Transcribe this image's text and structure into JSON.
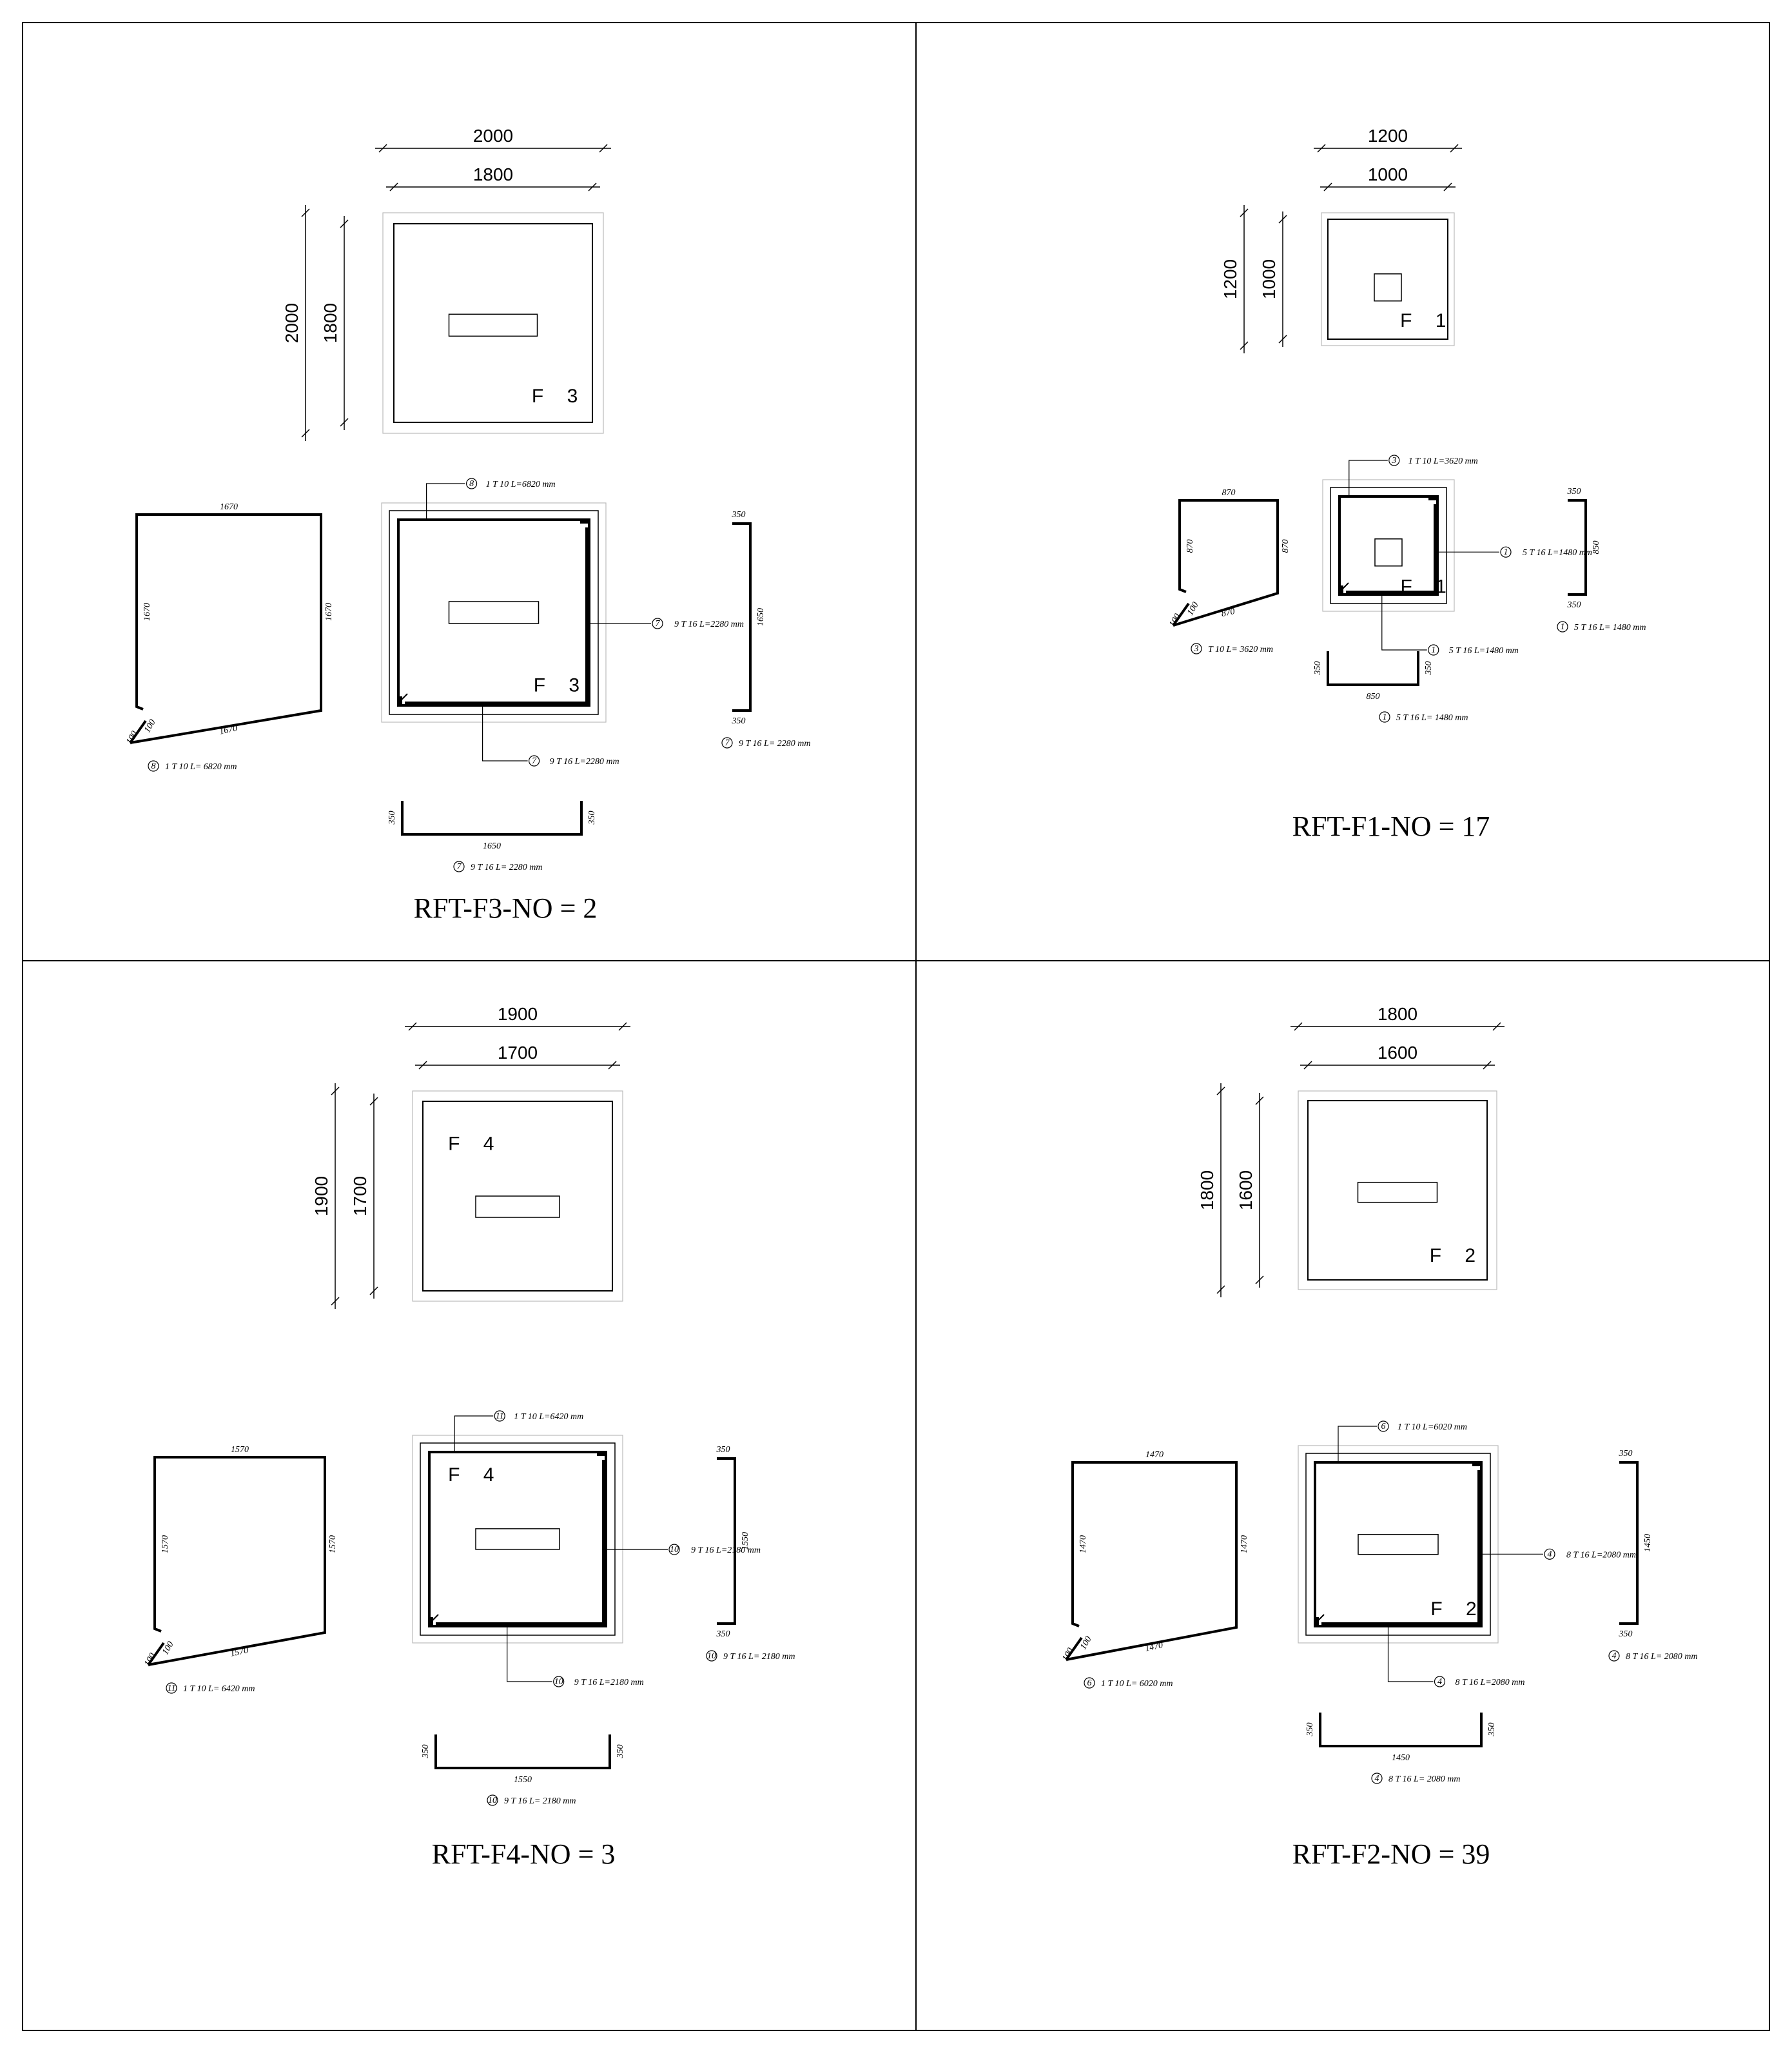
{
  "panels": [
    {
      "id": "F3",
      "title": "RFT-F3-NO = 2",
      "footing_label": "F 3",
      "plan": {
        "outer_dim": "2000",
        "inner_dim": "1800",
        "outer_dim_v": "2000",
        "inner_dim_v": "1800"
      },
      "top_bar": {
        "tag": "8",
        "label": "1 T 10 L=6820 mm"
      },
      "right_bar": {
        "tag": "7",
        "label": "9 T 16 L=2280 mm"
      },
      "bottom_bar": {
        "tag": "7",
        "label": "9 T 16 L=2280 mm"
      },
      "shape_left": {
        "top": "1670",
        "left": "1670",
        "right": "1670",
        "bottom": "1670",
        "hook1": "100",
        "hook2": "100",
        "tag": "8",
        "label": "1 T 10 L= 6820 mm"
      },
      "shape_right": {
        "top": "350",
        "middle": "1650",
        "bottom": "350",
        "tag": "7",
        "label": "9 T 16 L= 2280 mm"
      },
      "shape_bottom": {
        "left": "350",
        "middle": "1650",
        "right": "350",
        "tag": "7",
        "label": "9 T 16 L= 2280 mm"
      }
    },
    {
      "id": "F1",
      "title": "RFT-F1-NO = 17",
      "footing_label": "F 1",
      "plan": {
        "outer_dim": "1200",
        "inner_dim": "1000",
        "outer_dim_v": "1200",
        "inner_dim_v": "1000"
      },
      "top_bar": {
        "tag": "3",
        "label": "1 T 10 L=3620 mm"
      },
      "right_bar": {
        "tag": "1",
        "label": "5 T 16 L=1480 mm"
      },
      "bottom_bar": {
        "tag": "1",
        "label": "5 T 16 L=1480 mm"
      },
      "shape_left": {
        "top": "870",
        "left": "870",
        "right": "870",
        "bottom": "870",
        "hook1": "100",
        "hook2": "100",
        "tag": "3",
        "label": "T 10 L= 3620 mm"
      },
      "shape_right": {
        "top": "350",
        "middle": "850",
        "bottom": "350",
        "tag": "1",
        "label": "5 T 16 L= 1480 mm"
      },
      "shape_bottom": {
        "left": "350",
        "middle": "850",
        "right": "350",
        "tag": "1",
        "label": "5 T 16 L= 1480 mm"
      }
    },
    {
      "id": "F4",
      "title": "RFT-F4-NO = 3",
      "footing_label": "F 4",
      "plan": {
        "outer_dim": "1900",
        "inner_dim": "1700",
        "outer_dim_v": "1900",
        "inner_dim_v": "1700"
      },
      "top_bar": {
        "tag": "11",
        "label": "1 T 10 L=6420 mm"
      },
      "right_bar": {
        "tag": "10",
        "label": "9 T 16 L=2180 mm"
      },
      "bottom_bar": {
        "tag": "10",
        "label": "9 T 16 L=2180 mm"
      },
      "shape_left": {
        "top": "1570",
        "left": "1570",
        "right": "1570",
        "bottom": "1570",
        "hook1": "100",
        "hook2": "100",
        "tag": "11",
        "label": "1 T 10 L= 6420 mm"
      },
      "shape_right": {
        "top": "350",
        "middle": "1550",
        "bottom": "350",
        "tag": "10",
        "label": "9 T 16 L= 2180 mm"
      },
      "shape_bottom": {
        "left": "350",
        "middle": "1550",
        "right": "350",
        "tag": "10",
        "label": "9 T 16 L= 2180 mm"
      }
    },
    {
      "id": "F2",
      "title": "RFT-F2-NO = 39",
      "footing_label": "F 2",
      "plan": {
        "outer_dim": "1800",
        "inner_dim": "1600",
        "outer_dim_v": "1800",
        "inner_dim_v": "1600"
      },
      "top_bar": {
        "tag": "6",
        "label": "1 T 10 L=6020 mm"
      },
      "right_bar": {
        "tag": "4",
        "label": "8 T 16 L=2080 mm"
      },
      "bottom_bar": {
        "tag": "4",
        "label": "8 T 16 L=2080 mm"
      },
      "shape_left": {
        "top": "1470",
        "left": "1470",
        "right": "1470",
        "bottom": "1470",
        "hook1": "100",
        "hook2": "100",
        "tag": "6",
        "label": "1 T 10 L= 6020 mm"
      },
      "shape_right": {
        "top": "350",
        "middle": "1450",
        "bottom": "350",
        "tag": "4",
        "label": "8 T 16 L= 2080 mm"
      },
      "shape_bottom": {
        "left": "350",
        "middle": "1450",
        "right": "350",
        "tag": "4",
        "label": "8 T 16 L= 2080 mm"
      }
    }
  ]
}
